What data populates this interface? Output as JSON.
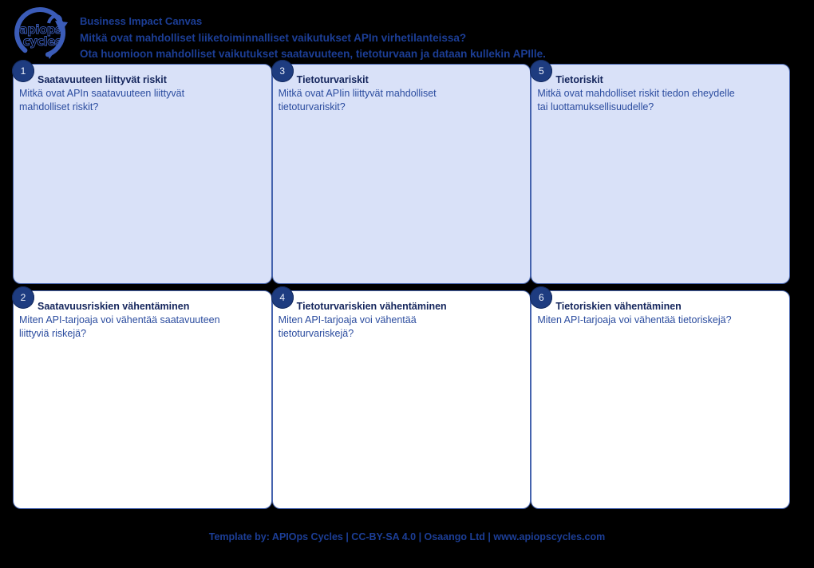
{
  "header": {
    "logo": {
      "line1": "apiops",
      "line2": "cycles"
    },
    "title": "Business Impact Canvas",
    "subtitle1": "Mitkä ovat mahdolliset liiketoiminnalliset vaikutukset APIn virhetilanteissa?",
    "subtitle2": "Ota huomioon mahdolliset vaikutukset saatavuuteen, tietoturvaan ja dataan kullekin APIlle."
  },
  "cards": [
    {
      "number": "1",
      "title": "Saatavuuteen liittyvät riskit",
      "body": "Mitkä ovat APIn saatavuuteen liittyvät\nmahdolliset riskit?"
    },
    {
      "number": "3",
      "title": "Tietoturvariskit",
      "body": "Mitkä ovat APIin liittyvät mahdolliset\ntietoturvariskit?"
    },
    {
      "number": "5",
      "title": "Tietoriskit",
      "body": "Mitkä ovat mahdolliset riskit tiedon eheydelle\ntai luottamuksellisuudelle?"
    },
    {
      "number": "2",
      "title": "Saatavuusriskien vähentäminen",
      "body": "Miten API-tarjoaja voi vähentää saatavuuteen\nliittyviä riskejä?"
    },
    {
      "number": "4",
      "title": "Tietoturvariskien vähentäminen",
      "body": "Miten API-tarjoaja voi vähentää\ntietoturvariskejä?"
    },
    {
      "number": "6",
      "title": "Tietoriskien vähentäminen",
      "body": "Miten API-tarjoaja voi vähentää tietoriskejä?"
    }
  ],
  "footer": {
    "text": "Template by: APIOps Cycles | CC-BY-SA 4.0 | Osaango Ltd | www.apiopscycles.com"
  },
  "colors": {
    "background": "#000000",
    "header_text": "#1c3e96",
    "card_border": "#4563ae",
    "card_top_fill": "#d9e1f8",
    "card_bottom_fill": "#ffffff",
    "badge_fill": "#1e3c80",
    "card_title_text": "#14255c",
    "card_body_text": "#2b4c9f",
    "logo_blue": "#3b5cb8"
  }
}
